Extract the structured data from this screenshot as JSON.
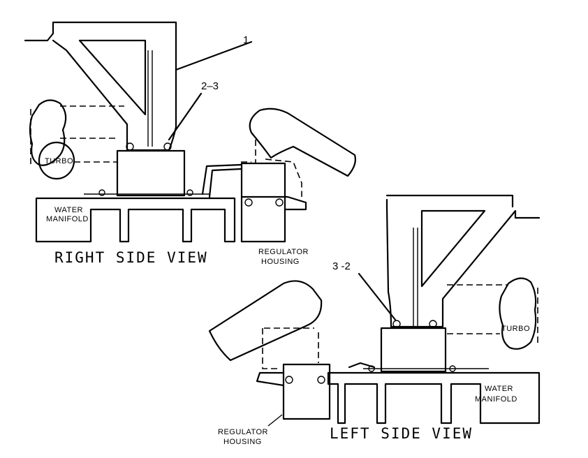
{
  "callouts": {
    "part_1": "1",
    "part_2_3": "2–3",
    "part_3_2": "3  -2"
  },
  "right_view": {
    "title": "RIGHT SIDE VIEW",
    "turbo": "TURBO",
    "water_manifold_line1": "WATER",
    "water_manifold_line2": "MANIFOLD",
    "regulator_line1": "REGULATOR",
    "regulator_line2": "HOUSING"
  },
  "left_view": {
    "title": "LEFT SIDE VIEW",
    "turbo": "TURBO",
    "water_manifold_line1": "WATER",
    "water_manifold_line2": "MANIFOLD",
    "regulator_line1": "REGULATOR",
    "regulator_line2": "HOUSING"
  }
}
